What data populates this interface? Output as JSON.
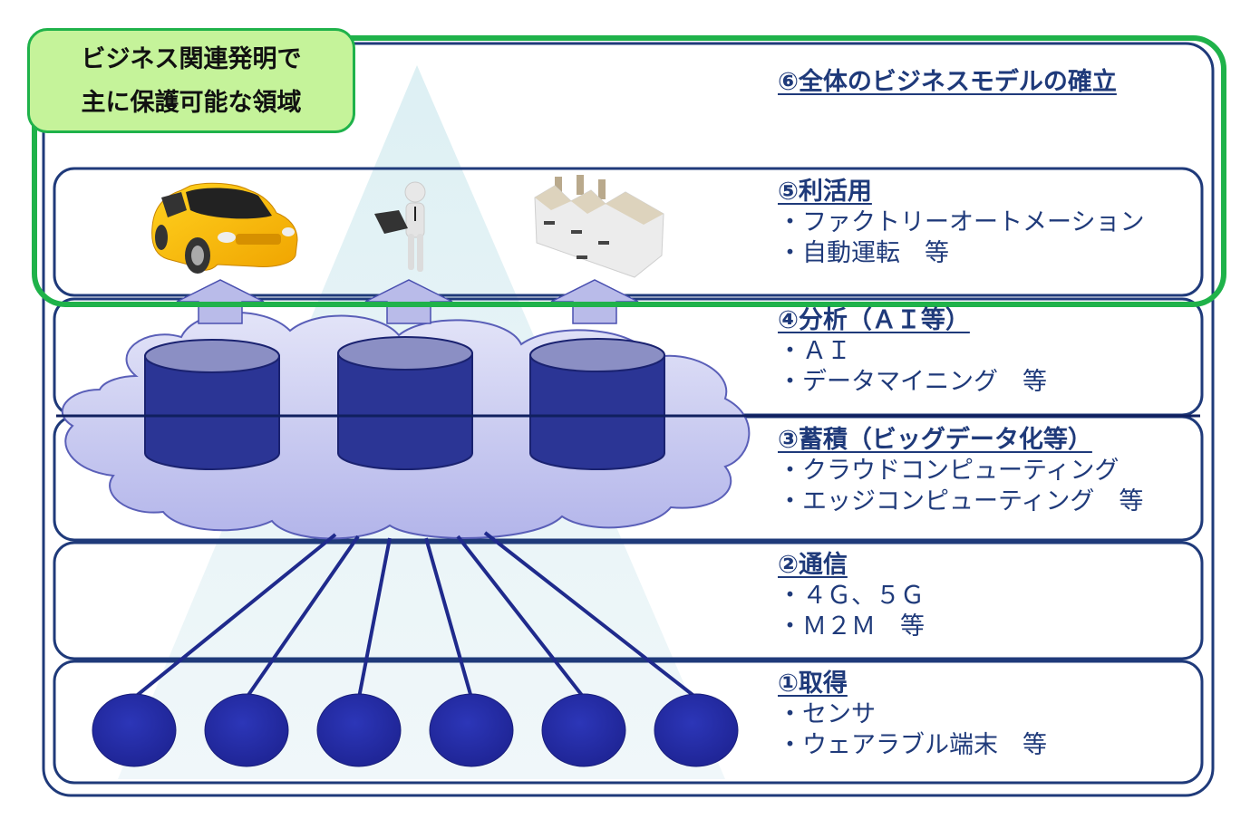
{
  "callout": {
    "line1": "ビジネス関連発明で",
    "line2": "主に保護可能な領域"
  },
  "layers": [
    {
      "number": "⑥",
      "title": "⑥全体のビジネスモデルの確立",
      "items": []
    },
    {
      "number": "⑤",
      "title": "⑤利活用",
      "items": [
        "・ファクトリーオートメーション",
        "・自動運転　等"
      ]
    },
    {
      "number": "④",
      "title": "④分析（ＡＩ等）",
      "items": [
        "・ＡＩ",
        "・データマイニング　等"
      ]
    },
    {
      "number": "③",
      "title": "③蓄積（ビッグデータ化等）",
      "items": [
        "・クラウドコンピューティング",
        "・エッジコンピューティング　等"
      ]
    },
    {
      "number": "②",
      "title": "②通信",
      "items": [
        "・４Ｇ、５Ｇ",
        "・Ｍ２Ｍ　等"
      ]
    },
    {
      "number": "①",
      "title": "①取得",
      "items": [
        "・センサ",
        "・ウェアラブル端末　等"
      ]
    }
  ],
  "illustrations": {
    "usage_icons": [
      "car-icon",
      "person-with-laptop-icon",
      "factory-icon"
    ],
    "storage_icons": [
      "database-icon",
      "database-icon",
      "database-icon"
    ],
    "cloud_icon": "cloud-icon",
    "sensor_count": 6
  },
  "colors": {
    "navy": "#1f3a7a",
    "highlight_green": "#1fb24a",
    "callout_fill": "#c5f39a",
    "database_fill": "#2b3595",
    "database_top": "#8b8fc4",
    "cloud_fill": "#c9caf0",
    "sensor_fill": "#2a33b0",
    "beam_fill": "#d9eef2",
    "arrow_fill": "#b9bbe9"
  }
}
